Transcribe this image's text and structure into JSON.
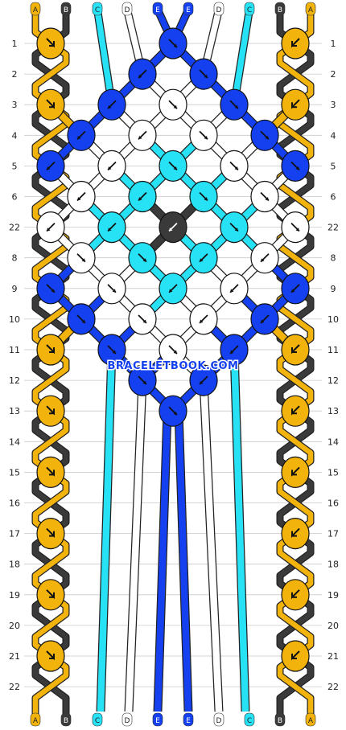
{
  "watermark": "BRACELETBOOK.COM",
  "string_labels": [
    "A",
    "B",
    "C",
    "D",
    "E",
    "E",
    "D",
    "C",
    "B",
    "A"
  ],
  "row_labels": [
    "1",
    "2",
    "3",
    "4",
    "5",
    "6",
    "22",
    "8",
    "9",
    "10",
    "11",
    "12",
    "13",
    "14",
    "15",
    "16",
    "17",
    "18",
    "19",
    "20",
    "21",
    "22"
  ],
  "colors": {
    "A": "#f2b40c",
    "B": "#3a3a3a",
    "C": "#27e2f5",
    "D": "#ffffff",
    "E": "#1440f0"
  },
  "strings": [
    "A",
    "B",
    "C",
    "D",
    "E",
    "E",
    "D",
    "C",
    "B",
    "A"
  ],
  "knots": [
    {
      "row": 1,
      "col": 0,
      "dir": "fwdback",
      "color": "A"
    },
    {
      "row": 1,
      "col": 4,
      "dir": "fwd",
      "color": "E"
    },
    {
      "row": 1,
      "col": 8,
      "dir": "backfwd",
      "color": "A"
    },
    {
      "row": 2,
      "col": 3,
      "dir": "back",
      "color": "E"
    },
    {
      "row": 2,
      "col": 5,
      "dir": "fwd",
      "color": "E"
    },
    {
      "row": 3,
      "col": 0,
      "dir": "fwdback",
      "color": "A"
    },
    {
      "row": 3,
      "col": 2,
      "dir": "back",
      "color": "E"
    },
    {
      "row": 3,
      "col": 4,
      "dir": "fwd",
      "color": "D"
    },
    {
      "row": 3,
      "col": 6,
      "dir": "fwd",
      "color": "E"
    },
    {
      "row": 3,
      "col": 8,
      "dir": "backfwd",
      "color": "A"
    },
    {
      "row": 4,
      "col": 1,
      "dir": "back",
      "color": "E"
    },
    {
      "row": 4,
      "col": 3,
      "dir": "back",
      "color": "D"
    },
    {
      "row": 4,
      "col": 5,
      "dir": "fwd",
      "color": "D"
    },
    {
      "row": 4,
      "col": 7,
      "dir": "fwd",
      "color": "E"
    },
    {
      "row": 5,
      "col": 0,
      "dir": "back",
      "color": "E"
    },
    {
      "row": 5,
      "col": 2,
      "dir": "back",
      "color": "D"
    },
    {
      "row": 5,
      "col": 4,
      "dir": "fwd",
      "color": "C"
    },
    {
      "row": 5,
      "col": 6,
      "dir": "fwd",
      "color": "D"
    },
    {
      "row": 5,
      "col": 8,
      "dir": "fwd",
      "color": "E"
    },
    {
      "row": 6,
      "col": 1,
      "dir": "back",
      "color": "D"
    },
    {
      "row": 6,
      "col": 3,
      "dir": "back",
      "color": "C"
    },
    {
      "row": 6,
      "col": 5,
      "dir": "fwd",
      "color": "C"
    },
    {
      "row": 6,
      "col": 7,
      "dir": "fwd",
      "color": "D"
    },
    {
      "row": 7,
      "col": 0,
      "dir": "back",
      "color": "D"
    },
    {
      "row": 7,
      "col": 2,
      "dir": "back",
      "color": "C"
    },
    {
      "row": 7,
      "col": 4,
      "dir": "back",
      "color": "B"
    },
    {
      "row": 7,
      "col": 6,
      "dir": "fwd",
      "color": "C"
    },
    {
      "row": 7,
      "col": 8,
      "dir": "fwd",
      "color": "D"
    },
    {
      "row": 8,
      "col": 1,
      "dir": "fwd",
      "color": "D"
    },
    {
      "row": 8,
      "col": 3,
      "dir": "fwd",
      "color": "C"
    },
    {
      "row": 8,
      "col": 5,
      "dir": "back",
      "color": "C"
    },
    {
      "row": 8,
      "col": 7,
      "dir": "back",
      "color": "D"
    },
    {
      "row": 9,
      "col": 0,
      "dir": "fwd",
      "color": "E"
    },
    {
      "row": 9,
      "col": 2,
      "dir": "fwd",
      "color": "D"
    },
    {
      "row": 9,
      "col": 4,
      "dir": "back",
      "color": "C"
    },
    {
      "row": 9,
      "col": 6,
      "dir": "back",
      "color": "D"
    },
    {
      "row": 9,
      "col": 8,
      "dir": "back",
      "color": "E"
    },
    {
      "row": 10,
      "col": 1,
      "dir": "fwd",
      "color": "E"
    },
    {
      "row": 10,
      "col": 3,
      "dir": "fwd",
      "color": "D"
    },
    {
      "row": 10,
      "col": 5,
      "dir": "back",
      "color": "D"
    },
    {
      "row": 10,
      "col": 7,
      "dir": "back",
      "color": "E"
    },
    {
      "row": 11,
      "col": 0,
      "dir": "fwdback",
      "color": "A"
    },
    {
      "row": 11,
      "col": 2,
      "dir": "fwd",
      "color": "E"
    },
    {
      "row": 11,
      "col": 4,
      "dir": "fwd",
      "color": "D"
    },
    {
      "row": 11,
      "col": 6,
      "dir": "back",
      "color": "E"
    },
    {
      "row": 11,
      "col": 8,
      "dir": "backfwd",
      "color": "A"
    },
    {
      "row": 12,
      "col": 3,
      "dir": "fwd",
      "color": "E"
    },
    {
      "row": 12,
      "col": 5,
      "dir": "back",
      "color": "E"
    },
    {
      "row": 13,
      "col": 0,
      "dir": "fwdback",
      "color": "A"
    },
    {
      "row": 13,
      "col": 4,
      "dir": "fwd",
      "color": "E"
    },
    {
      "row": 13,
      "col": 8,
      "dir": "backfwd",
      "color": "A"
    },
    {
      "row": 15,
      "col": 0,
      "dir": "fwdback",
      "color": "A"
    },
    {
      "row": 15,
      "col": 8,
      "dir": "backfwd",
      "color": "A"
    },
    {
      "row": 17,
      "col": 0,
      "dir": "fwdback",
      "color": "A"
    },
    {
      "row": 17,
      "col": 8,
      "dir": "backfwd",
      "color": "A"
    },
    {
      "row": 19,
      "col": 0,
      "dir": "fwdback",
      "color": "A"
    },
    {
      "row": 19,
      "col": 8,
      "dir": "backfwd",
      "color": "A"
    },
    {
      "row": 21,
      "col": 0,
      "dir": "fwdback",
      "color": "A"
    },
    {
      "row": 21,
      "col": 8,
      "dir": "backfwd",
      "color": "A"
    }
  ]
}
